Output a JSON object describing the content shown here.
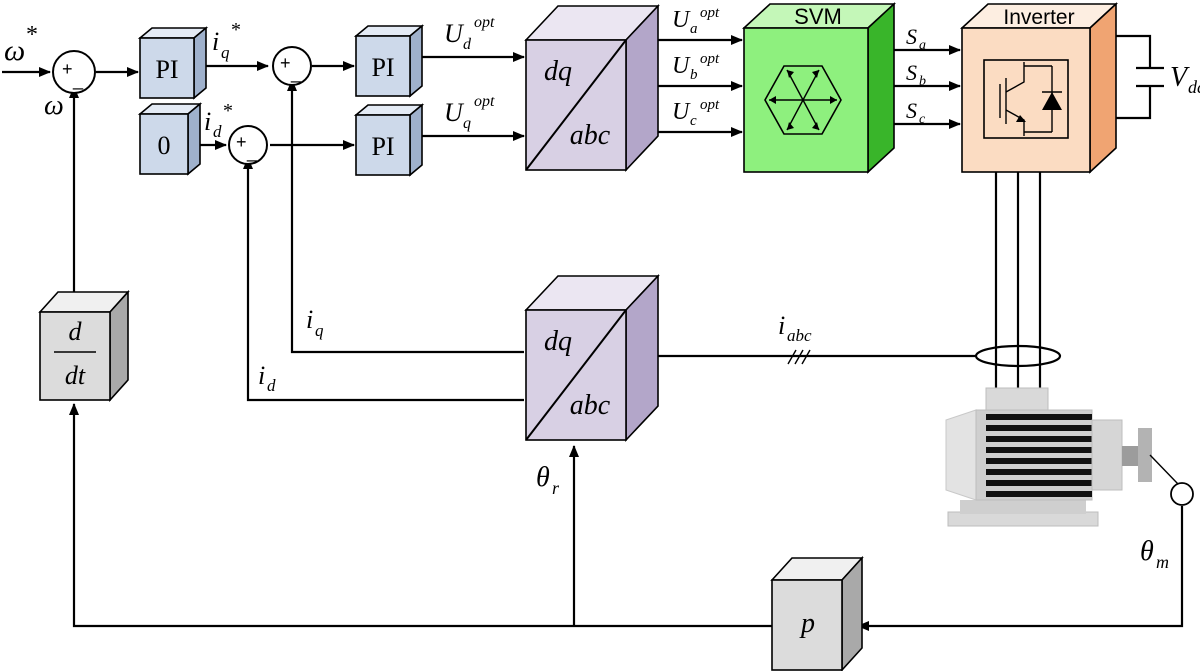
{
  "signals": {
    "omega_ref": "ω",
    "omega_ref_sup": "*",
    "omega": "ω",
    "iq_ref": "i",
    "iq_ref_sub": "q",
    "iq_ref_sup": "*",
    "id_ref": "i",
    "id_ref_sub": "d",
    "id_ref_sup": "*",
    "ud_opt": "U",
    "ud_opt_sub": "d",
    "uq_opt": "U",
    "uq_opt_sub": "q",
    "opt_sup": "opt",
    "ua_opt": "U",
    "ua_sub": "a",
    "ub_opt": "U",
    "ub_sub": "b",
    "uc_opt": "U",
    "uc_sub": "c",
    "sa": "S",
    "sa_sub": "a",
    "sb": "S",
    "sb_sub": "b",
    "sc": "S",
    "sc_sub": "c",
    "vdc": "V",
    "vdc_sub": "dc",
    "iq": "i",
    "iq_sub": "q",
    "id": "i",
    "id_sub": "d",
    "iabc": "i",
    "iabc_sub": "abc",
    "theta_r": "θ",
    "theta_r_sub": "r",
    "theta_m": "θ",
    "theta_m_sub": "m"
  },
  "sum": {
    "plus": "+",
    "minus": "_"
  },
  "blocks": {
    "pi_speed": "PI",
    "pi_q": "PI",
    "pi_d": "PI",
    "zero": "0",
    "dq_top": "dq",
    "abc_top": "abc",
    "svm": "SVM",
    "inverter": "Inverter",
    "dq_bottom": "dq",
    "abc_bottom": "abc",
    "deriv_num": "d",
    "deriv_den": "dt",
    "pole_pairs": "p"
  },
  "colors": {
    "pi_front": "#cdd9ea",
    "pi_top": "#e4ebf5",
    "pi_side": "#9fb1cc",
    "transform_front": "#d8d0e4",
    "transform_top": "#ebe6f2",
    "transform_side": "#b3a6c9",
    "svm_front": "#8ef07e",
    "svm_top": "#c4f7b8",
    "svm_side": "#39b52a",
    "inverter_front": "#fbdcc2",
    "inverter_top": "#fdeee1",
    "inverter_side": "#f0a472",
    "gray_front": "#dcdcdc",
    "gray_top": "#f0f0f0",
    "gray_side": "#a9a9a9"
  }
}
